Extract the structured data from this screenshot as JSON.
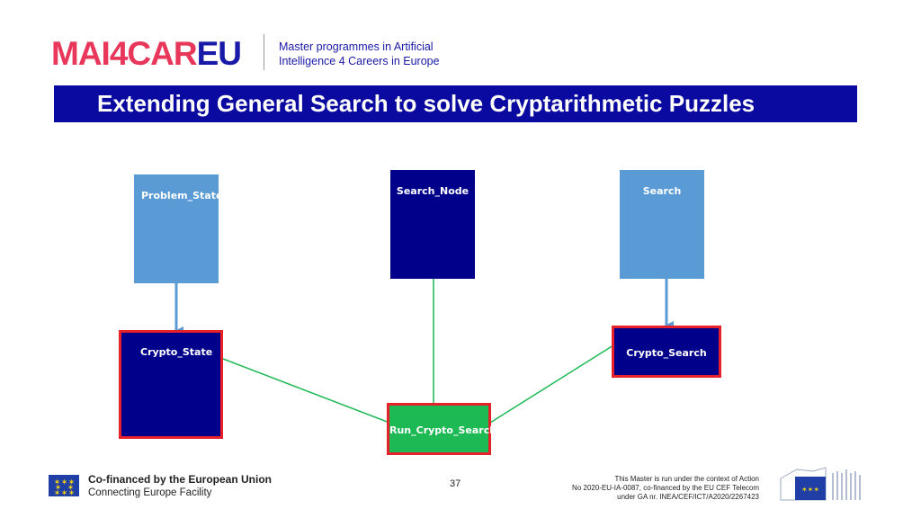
{
  "header": {
    "logo_part1": "MAI4CAR",
    "logo_part2": "EU",
    "tagline_line1": "Master programmes in Artificial",
    "tagline_line2": "Intelligence 4 Careers in Europe"
  },
  "slide": {
    "title": "Extending General Search to solve Cryptarithmetic Puzzles",
    "page_number": "37"
  },
  "diagram": {
    "nodes": {
      "problem_state": "Problem_State",
      "search_node": "Search_Node",
      "search": "Search",
      "crypto_state": "Crypto_State",
      "crypto_search": "Crypto_Search",
      "run_crypto_search": "Run_Crypto_Search"
    },
    "colors": {
      "light_box": "#5b9bd5",
      "dark_box": "#00008b",
      "highlight_border": "#e8202a",
      "run_box": "#1db954",
      "inherit_arrow": "#5b9bd5",
      "association_line": "#1db954"
    }
  },
  "footer": {
    "cofinanced": "Co-financed by the European Union",
    "facility": "Connecting Europe Facility",
    "notice_line1": "This Master is run under the context of Action",
    "notice_line2": "No 2020-EU-IA-0087, co-financed by the EU CEF Telecom",
    "notice_line3": "under GA nr. INEA/CEF/ICT/A2020/2267423"
  }
}
